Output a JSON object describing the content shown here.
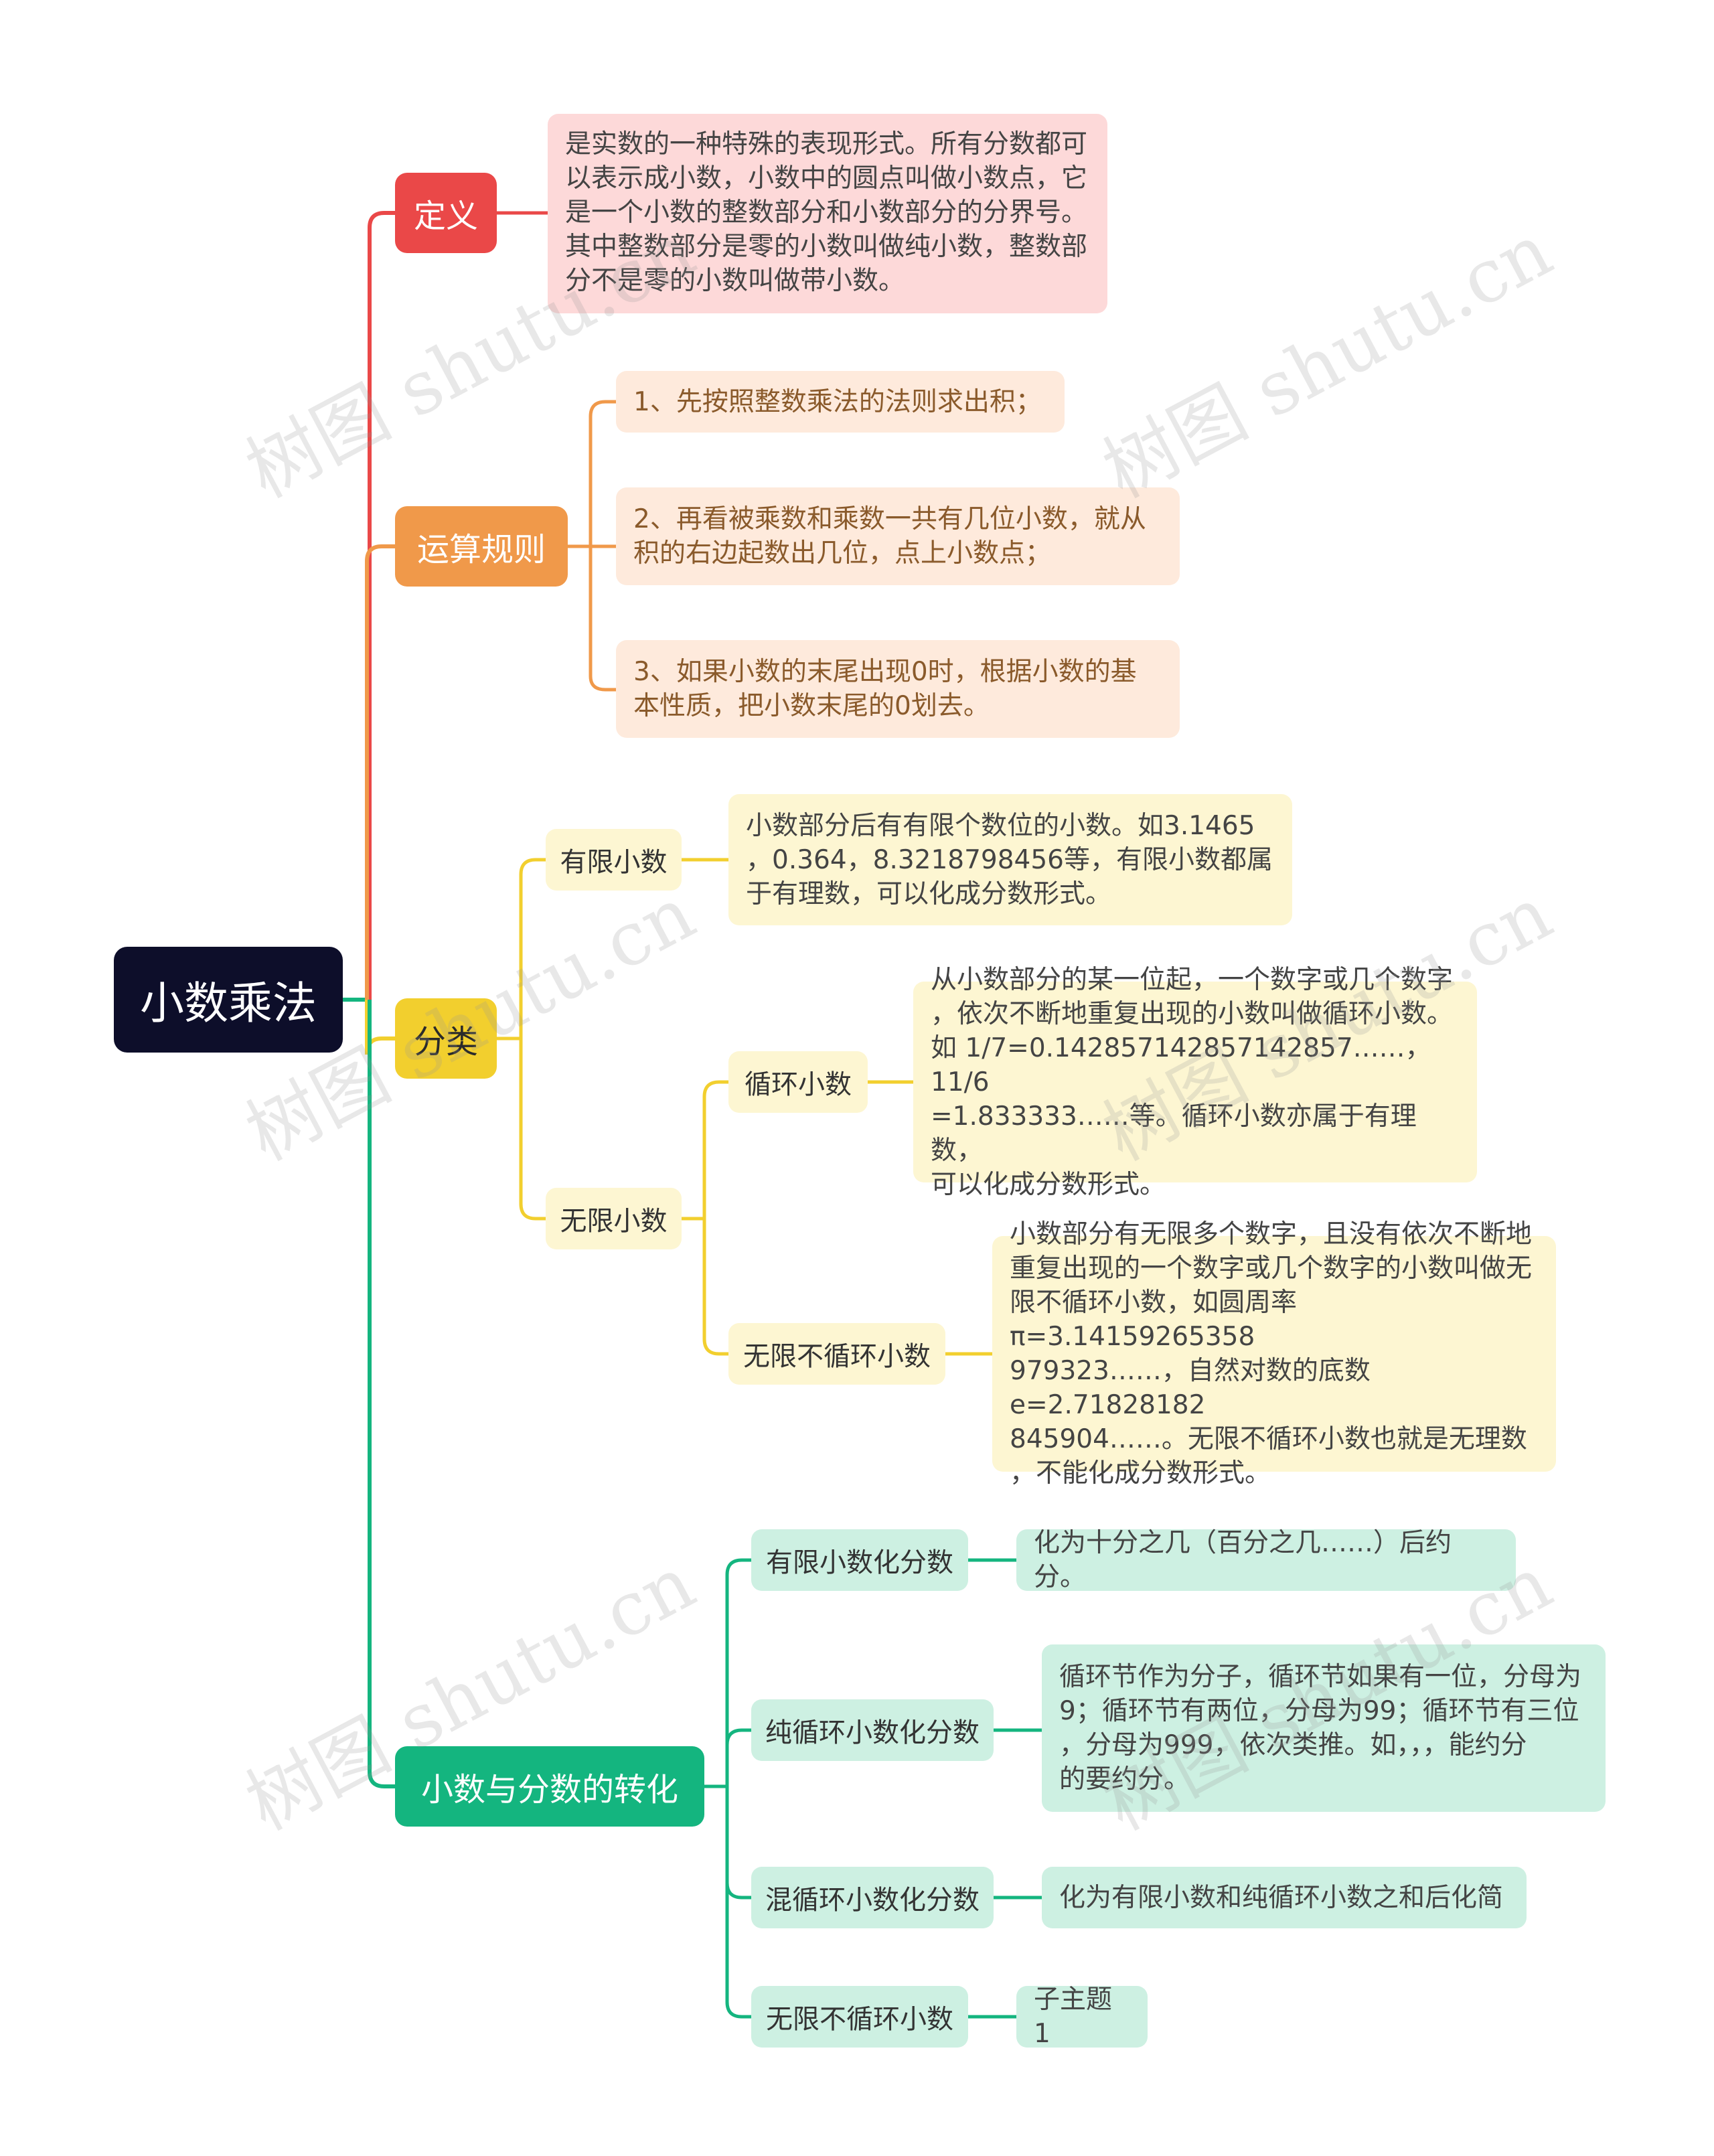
{
  "root": {
    "label": "小数乘法",
    "color": "#0d0e2a"
  },
  "branches": {
    "definition": {
      "label": "定义",
      "color": "#ea4848",
      "leaf_bg": "#fdd9d9",
      "leaf": "是实数的一种特殊的表现形式。所有分数都可\n以表示成小数，小数中的圆点叫做小数点，它\n是一个小数的整数部分和小数部分的分界号。\n其中整数部分是零的小数叫做纯小数，整数部\n分不是零的小数叫做带小数。"
    },
    "rules": {
      "label": "运算规则",
      "color": "#f0994a",
      "leaf_bg": "#feeadc",
      "items": [
        "1、先按照整数乘法的法则求出积；",
        "2、再看被乘数和乘数一共有几位小数，就从\n积的右边起数出几位，点上小数点；",
        "3、如果小数的末尾出现0时，根据小数的基\n本性质，把小数末尾的0划去。"
      ]
    },
    "classification": {
      "label": "分类",
      "color": "#f2cf2e",
      "sub_bg": "#fdf6d2",
      "finite": {
        "label": "有限小数",
        "leaf": "小数部分后有有限个数位的小数。如3.1465\n，0.364，8.3218798456等，有限小数都属\n于有理数，可以化成分数形式。"
      },
      "infinite": {
        "label": "无限小数",
        "repeating": {
          "label": "循环小数",
          "leaf": "从小数部分的某一位起，一个数字或几个数字\n，依次不断地重复出现的小数叫做循环小数。\n如 1/7=0.142857142857142857……，11/6\n=1.833333……等。循环小数亦属于有理数，\n可以化成分数形式。"
        },
        "non_repeating": {
          "label": "无限不循环小数",
          "leaf": "小数部分有无限多个数字，且没有依次不断地\n重复出现的一个数字或几个数字的小数叫做无\n限不循环小数，如圆周率π=3.14159265358\n979323……，自然对数的底数e=2.71828182\n845904……。无限不循环小数也就是无理数\n，不能化成分数形式。"
        }
      }
    },
    "conversion": {
      "label": "小数与分数的转化",
      "color": "#14b57f",
      "sub_bg": "#cdf0e2",
      "items": [
        {
          "label": "有限小数化分数",
          "leaf": "化为十分之几（百分之几……）后约分。"
        },
        {
          "label": "纯循环小数化分数",
          "leaf": "循环节作为分子，循环节如果有一位，分母为\n9；循环节有两位，分母为99；循环节有三位\n，分母为999，依次类推。如，，，能约分\n的要约分。"
        },
        {
          "label": "混循环小数化分数",
          "leaf": "化为有限小数和纯循环小数之和后化简"
        },
        {
          "label": "无限不循环小数",
          "leaf": "子主题 1"
        }
      ]
    }
  },
  "watermark": "树图 shutu.cn"
}
